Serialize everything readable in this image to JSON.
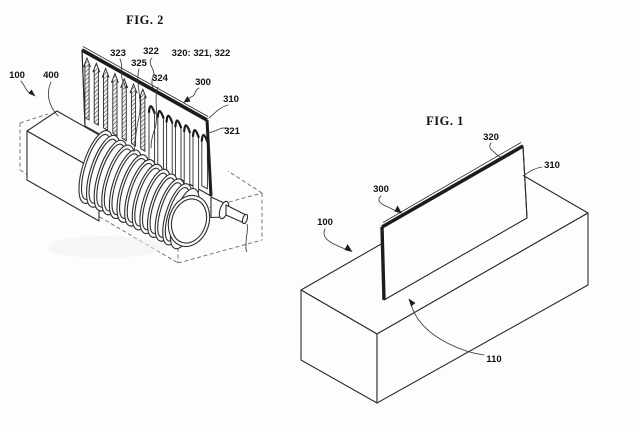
{
  "sheet": {
    "background": "#fdfdfd",
    "ink_color": "#2b2b2b",
    "type": "patent-figure-sheet"
  },
  "fig2": {
    "title": "FIG. 2",
    "refs": {
      "r100": "100",
      "r400": "400",
      "r323": "323",
      "r322": "322",
      "r325": "325",
      "r324": "324",
      "group": "320: 321, 322",
      "r300": "300",
      "r310": "310",
      "r321": "321"
    }
  },
  "fig1": {
    "title": "FIG. 1",
    "refs": {
      "r320": "320",
      "r310": "310",
      "r300": "300",
      "r100": "100",
      "r110": "110"
    }
  }
}
